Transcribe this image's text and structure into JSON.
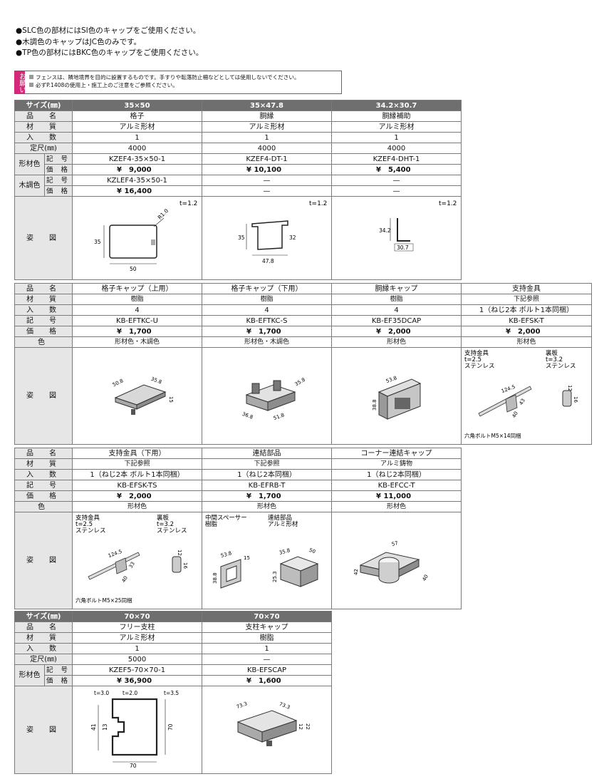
{
  "notes": [
    "●SLC色の部材にはSI色のキャップをご使用ください。",
    "●木調色のキャップはJC色のみです。",
    "●TP色の部材にはBKC色のキャップをご使用ください。"
  ],
  "caution": {
    "tag": "お願い",
    "lines": [
      "フェンスは、隣地境界を目的に設置するものです。手すりや転落防止柵などとしては使用しないでください。",
      "必ずP.1408の使用上・施工上のご注意をご参照ください。"
    ]
  },
  "labels": {
    "size": "サイズ(㎜)",
    "name": "品　名",
    "material": "材　質",
    "qty": "入　数",
    "length": "定尺(㎜)",
    "body_color": "形材色",
    "wood_color": "木調色",
    "code": "記 号",
    "price": "価 格",
    "code2": "記　号",
    "price2": "価　格",
    "color": "色",
    "figure": "姿　図"
  },
  "t1": {
    "cols": [
      {
        "size": "35×50",
        "name": "格子",
        "material": "アルミ形材",
        "qty": "1",
        "length": "4000",
        "code": "KZEF4-35×50-1",
        "price": "¥　9,000",
        "wcode": "KZLEF4-35×50-1",
        "wprice": "¥ 16,400",
        "t": "t=1.2",
        "d": [
          "35",
          "50",
          "R1.0"
        ]
      },
      {
        "size": "35×47.8",
        "name": "胴縁",
        "material": "アルミ形材",
        "qty": "1",
        "length": "4000",
        "code": "KZEF4-DT-1",
        "price": "¥ 10,100",
        "wcode": "—",
        "wprice": "—",
        "t": "t=1.2",
        "d": [
          "35",
          "32",
          "47.8"
        ]
      },
      {
        "size": "34.2×30.7",
        "name": "胴縁補助",
        "material": "アルミ形材",
        "qty": "1",
        "length": "4000",
        "code": "KZEF4-DHT-1",
        "price": "¥　5,400",
        "wcode": "—",
        "wprice": "—",
        "t": "t=1.2",
        "d": [
          "34.2",
          "30.7"
        ]
      }
    ]
  },
  "t2": {
    "cols": [
      {
        "name": "格子キャップ（上用）",
        "material": "樹脂",
        "qty": "4",
        "code": "KB-EFTKC-U",
        "price": "¥　1,700",
        "color": "形材色・木調色",
        "d": [
          "50.8",
          "35.8",
          "15"
        ]
      },
      {
        "name": "格子キャップ（下用）",
        "material": "樹脂",
        "qty": "4",
        "code": "KB-EFTKC-S",
        "price": "¥　1,700",
        "color": "形材色・木調色",
        "d": [
          "36.8",
          "51.8",
          "35.8"
        ]
      },
      {
        "name": "胴縁キャップ",
        "material": "樹脂",
        "qty": "4",
        "code": "KB-EF35DCAP",
        "price": "¥　2,000",
        "color": "形材色",
        "d": [
          "53.8",
          "38.8"
        ]
      },
      {
        "name": "支持金具",
        "material": "下記参照",
        "qty": "1（ねじ2本 ボルト1本同梱）",
        "code": "KB-EFSK-T",
        "price": "¥　2,000",
        "color": "形材色",
        "f": [
          "支持金具",
          "t=2.5",
          "ステンレス",
          "裏板",
          "t=3.2",
          "ステンレス",
          "六角ボルトM5×14同梱"
        ],
        "d": [
          "124.5",
          "43",
          "40",
          "12",
          "16"
        ]
      }
    ]
  },
  "t3": {
    "cols": [
      {
        "name": "支持金具（下用）",
        "material": "下記参照",
        "qty": "1（ねじ2本 ボルト1本同梱）",
        "code": "KB-EFSK-TS",
        "price": "¥　2,000",
        "color": "形材色",
        "f": [
          "支持金具",
          "t=2.5",
          "ステンレス",
          "裏板",
          "t=3.2",
          "ステンレス",
          "六角ボルトM5×25同梱"
        ],
        "d": [
          "124.5",
          "33",
          "40",
          "12",
          "16"
        ]
      },
      {
        "name": "連結部品",
        "material": "下記参照",
        "qty": "1（ねじ2本同梱）",
        "code": "KB-EFRB-T",
        "price": "¥　1,700",
        "color": "形材色",
        "f": [
          "中間スペーサー",
          "樹脂",
          "連結部品",
          "アルミ形材"
        ],
        "d": [
          "53.8",
          "15",
          "38.8",
          "35.8",
          "50",
          "25.3"
        ]
      },
      {
        "name": "コーナー連結キャップ",
        "material": "アルミ鋳物",
        "qty": "1（ねじ2本同梱）",
        "code": "KB-EFCC-T",
        "price": "¥ 11,000",
        "color": "形材色",
        "d": [
          "57",
          "40",
          "42"
        ]
      }
    ]
  },
  "t4": {
    "cols": [
      {
        "size": "70×70",
        "name": "フリー支柱",
        "material": "アルミ形材",
        "qty": "1",
        "length": "5000",
        "code": "KZEF5-70×70-1",
        "price": "¥ 36,900",
        "d": [
          "t=3.0",
          "t=2.0",
          "t=3.5",
          "41",
          "13",
          "70",
          "70"
        ]
      },
      {
        "size": "70×70",
        "name": "支柱キャップ",
        "material": "樹脂",
        "qty": "1",
        "length": "—",
        "code": "KB-EFSCAP",
        "price": "¥　1,600",
        "d": [
          "73.3",
          "73.3",
          "12",
          "22"
        ]
      }
    ]
  }
}
